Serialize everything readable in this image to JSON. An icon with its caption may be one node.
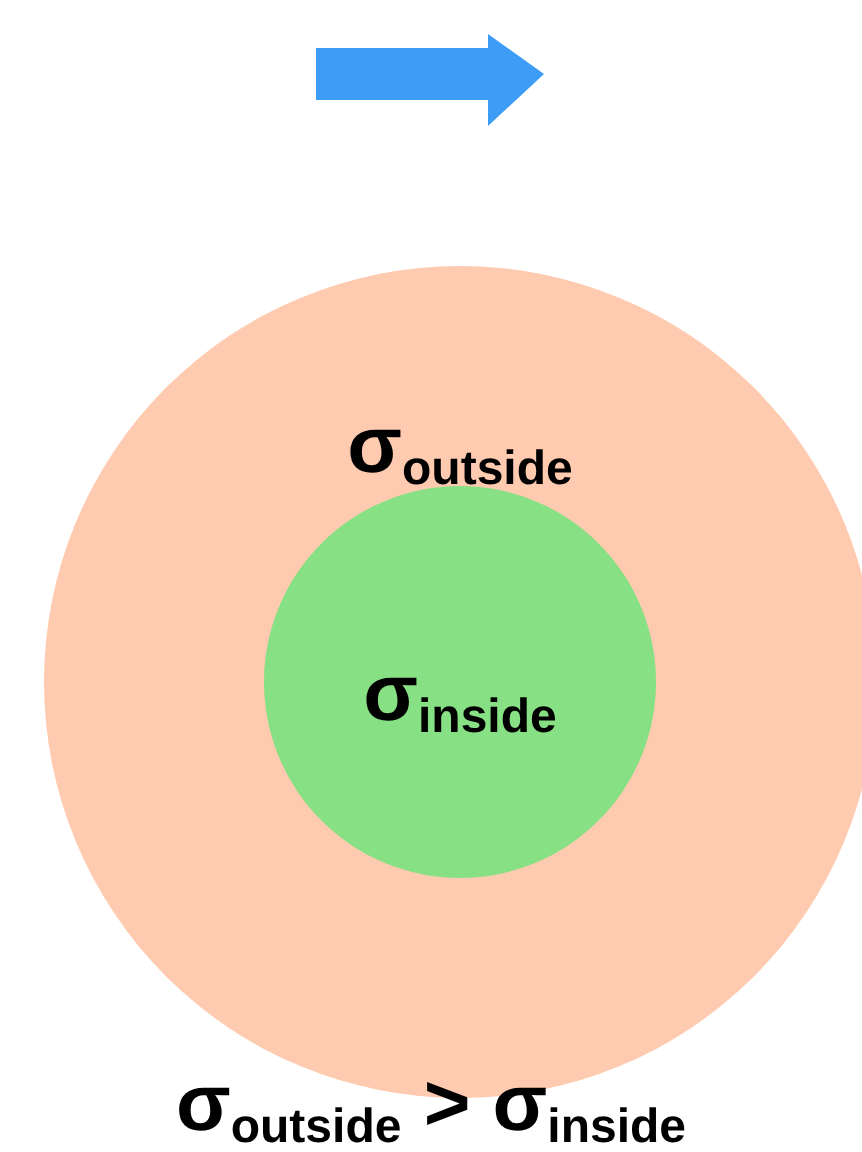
{
  "diagram": {
    "caption": "σ$_{outside}$ > σ$_{inside}$",
    "nodes": [
      {
        "text": [
          "σ$_{outside}$"
        ]
      },
      {
        "text": [
          "σ$_{inside}$"
        ],
        "in": 0
      }
    ]
  }
}
